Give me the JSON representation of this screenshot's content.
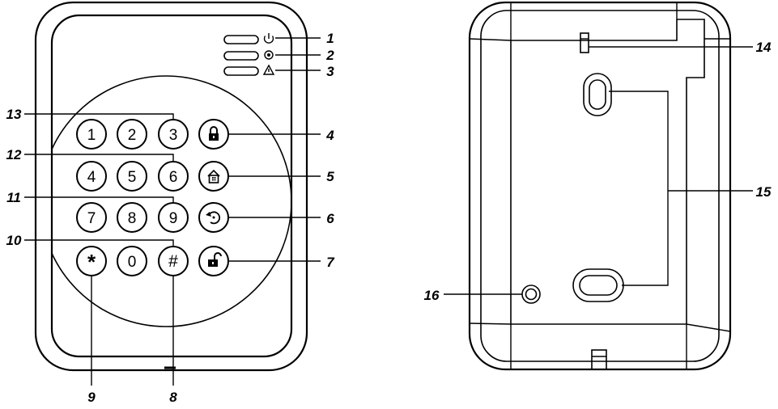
{
  "keypad": {
    "keys": [
      "1",
      "2",
      "3",
      "4",
      "5",
      "6",
      "7",
      "8",
      "9",
      "*",
      "0",
      "#"
    ]
  },
  "callouts": {
    "c1": "1",
    "c2": "2",
    "c3": "3",
    "c4": "4",
    "c5": "5",
    "c6": "6",
    "c7": "7",
    "c8": "8",
    "c9": "9",
    "c10": "10",
    "c11": "11",
    "c12": "12",
    "c13": "13",
    "c14": "14",
    "c15": "15",
    "c16": "16"
  },
  "icons": {
    "led1": "power-icon",
    "led2": "network-icon",
    "led3": "warning-icon",
    "btn4": "lock-icon",
    "btn5": "home-icon",
    "btn6": "reload-icon",
    "btn7": "unlock-icon"
  }
}
